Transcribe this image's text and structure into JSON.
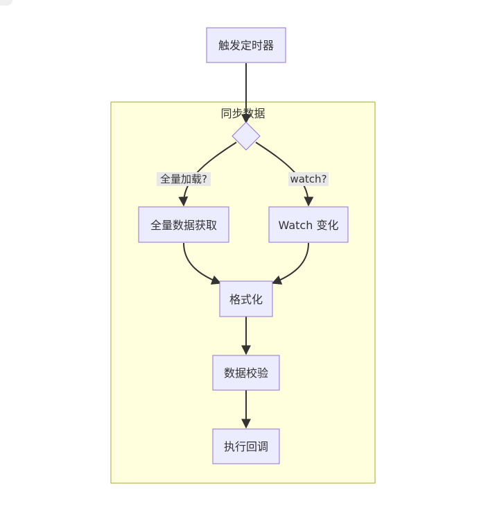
{
  "colors": {
    "node_fill": "#ECECFF",
    "node_stroke": "#9370DB",
    "cluster_fill": "#FFFFDE",
    "cluster_stroke": "#AAAA33",
    "edge": "#333333",
    "edge_label_bg": "#E8E8E8"
  },
  "diagram": {
    "cluster_label": "同步数据",
    "nodes": {
      "trigger": "触发定时器",
      "full_fetch": "全量数据获取",
      "watch_change": "Watch 变化",
      "format": "格式化",
      "validate": "数据校验",
      "callback": "执行回调"
    },
    "edges": {
      "full_load_label": "全量加载?",
      "watch_label": "watch?"
    }
  }
}
